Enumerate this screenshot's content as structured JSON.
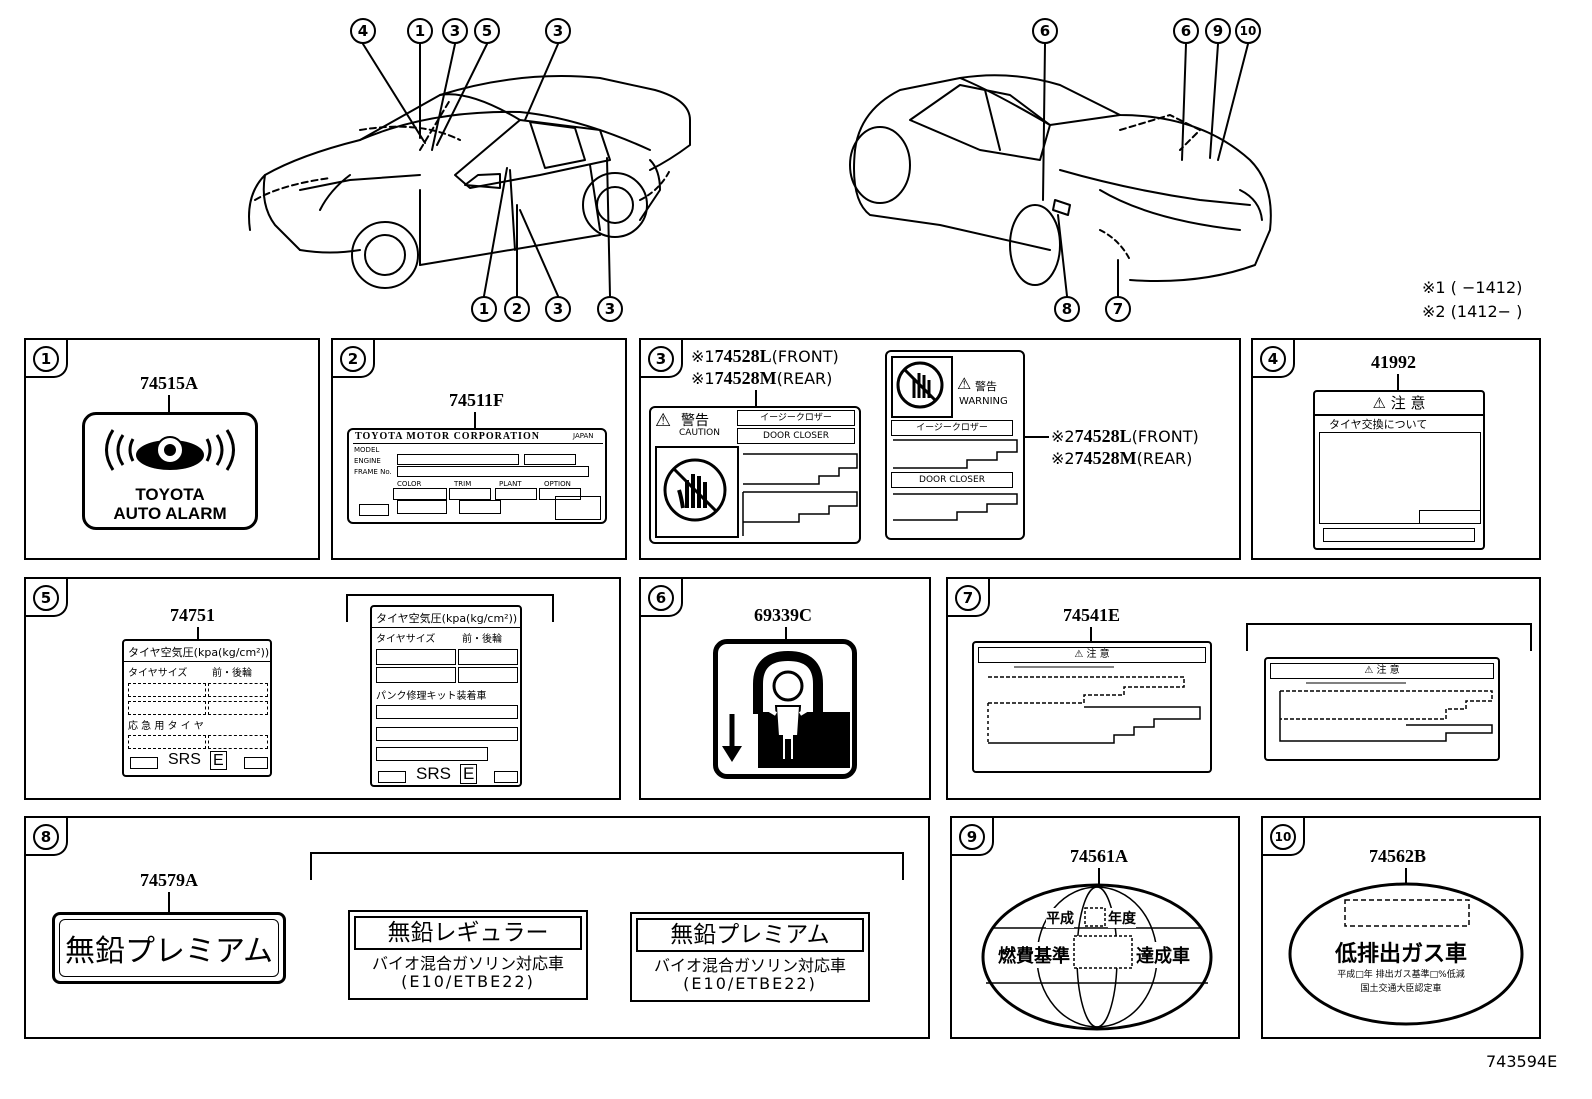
{
  "callouts_front": [
    "4",
    "1",
    "3",
    "5",
    "3",
    "1",
    "2",
    "3",
    "3"
  ],
  "callouts_rear": [
    "6",
    "6",
    "9",
    "10",
    "8",
    "7"
  ],
  "notes": {
    "n1": "※1 (      −1412)",
    "n2": "※2 (1412−      )"
  },
  "panels": {
    "p1": {
      "num": "1",
      "part": "74515A",
      "line1": "TOYOTA",
      "line2": "AUTO ALARM"
    },
    "p2": {
      "num": "2",
      "part": "74511F",
      "maker": "TOYOTA MOTOR CORPORATION",
      "japan": "JAPAN",
      "model": "MODEL",
      "engine": "ENGINE",
      "frame": "FRAME No.",
      "color": "COLOR",
      "trim": "TRIM",
      "plant": "PLANT",
      "option": "OPTION"
    },
    "p3": {
      "num": "3",
      "line1_prefix": "※1",
      "line1_part": "74528L",
      "line1_suffix": "(FRONT)",
      "line2_prefix": "※1",
      "line2_part": "74528M",
      "line2_suffix": "(REAR)",
      "line3_prefix": "※2",
      "line3_part": "74528L",
      "line3_suffix": "(FRONT)",
      "line4_prefix": "※2",
      "line4_part": "74528M",
      "line4_suffix": "(REAR)",
      "keikoku": "警告",
      "caution": "CAUTION",
      "easy_closer": "イージークロザー",
      "door_closer": "DOOR CLOSER",
      "keikoku2": "警告",
      "warning": "WARNING",
      "easy_closer2": "イージークロザー",
      "door_closer2": "DOOR CLOSER"
    },
    "p4": {
      "num": "4",
      "part": "41992",
      "chui": "注 意",
      "sub": "タイヤ交換について"
    },
    "p5": {
      "num": "5",
      "part": "74751",
      "title": "タイヤ空気圧(kpa(kg/cm²))",
      "col1": "タイヤサイズ",
      "col2": "前・後輪",
      "spare": "応 急 用 タ イ ヤ",
      "srs": "SRS",
      "e": "E",
      "title2": "タイヤ空気圧(kpa(kg/cm²))",
      "col1b": "タイヤサイズ",
      "col2b": "前・後輪",
      "kit": "パンク修理キット装着車",
      "srs2": "SRS",
      "e2": "E"
    },
    "p6": {
      "num": "6",
      "part": "69339C"
    },
    "p7": {
      "num": "7",
      "part": "74541E",
      "chui": "注 意",
      "chui2": "注 意"
    },
    "p8": {
      "num": "8",
      "part": "74579A",
      "premium": "無鉛プレミアム",
      "regular": "無鉛レギュラー",
      "bio": "バイオ混合ガソリン対応車",
      "e10": "(E10/ETBE22)",
      "premium2": "無鉛プレミアム",
      "bio2": "バイオ混合ガソリン対応車",
      "e10b": "(E10/ETBE22)"
    },
    "p9": {
      "num": "9",
      "part": "74561A",
      "heisei": "平成",
      "nendo": "年度",
      "nenpi": "燃費基準",
      "tassei": "達成車"
    },
    "p10": {
      "num": "10",
      "part": "74562B",
      "title": "低排出ガス車",
      "line": "平成□年 排出ガス基準□%低減",
      "cert": "国土交通大臣認定車"
    }
  },
  "diagram_id": "743594E"
}
